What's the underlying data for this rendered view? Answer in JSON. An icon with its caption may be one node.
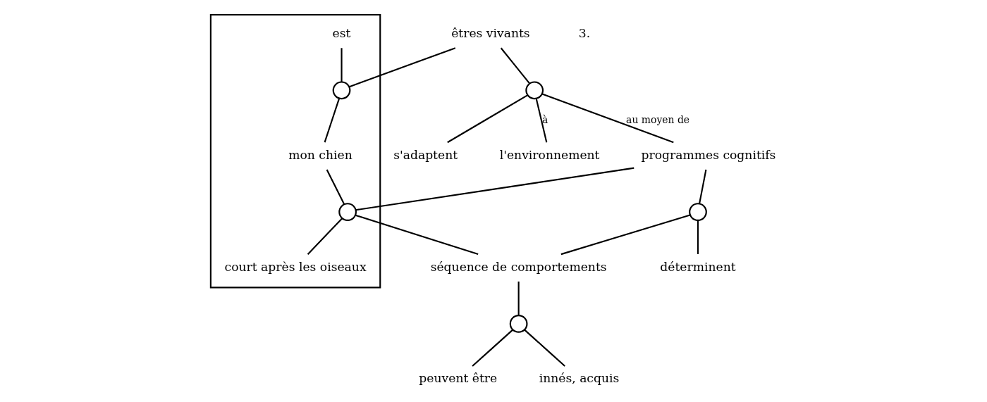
{
  "diagram": {
    "nodes": [
      {
        "text": [
          "s'adaptent"
        ]
      },
      {
        "text": [
          "êtres vivants"
        ]
      },
      {
        "text": [],
        "shape": "circle"
      },
      {
        "text": [
          "l'environnement"
        ]
      },
      {
        "text": [
          "déterminent"
        ]
      },
      {
        "text": [
          "programmes cognitifs"
        ]
      },
      {
        "text": [],
        "shape": "circle"
      },
      {
        "text": [],
        "shape": "box"
      },
      {
        "text": [
          "peuvent être"
        ]
      },
      {
        "text": [
          "est"
        ],
        "in": 7
      },
      {
        "text": [],
        "shape": "circle",
        "in": 7
      },
      {
        "text": [],
        "shape": "circle",
        "in": 7
      },
      {
        "text": [
          "séquence de comportements"
        ]
      },
      {
        "text": [],
        "shape": "circle"
      },
      {
        "text": [
          "mon chien"
        ],
        "in": 7
      },
      {
        "text": [
          "innés, acquis"
        ]
      },
      {
        "text": [
          "court après les oiseaux"
        ],
        "in": 7
      }
    ],
    "edges": [
      {
        "from": 2,
        "to": 0,
        "arrow": "none"
      },
      {
        "from": 1,
        "to": 2,
        "arrow": "none"
      },
      {
        "from": 2,
        "to": 3,
        "arrow": "none",
        "label": "à"
      },
      {
        "from": 2,
        "to": 5,
        "arrow": "none",
        "label": "au moyen de"
      },
      {
        "from": 5,
        "to": 6,
        "arrow": "none"
      },
      {
        "from": 6,
        "to": 4,
        "arrow": "none"
      },
      {
        "from": 6,
        "to": 12,
        "arrow": "none"
      },
      {
        "from": 12,
        "to": 13,
        "arrow": "none"
      },
      {
        "from": 13,
        "to": 8,
        "arrow": "none"
      },
      {
        "from": 13,
        "to": 15,
        "arrow": "none"
      },
      {
        "from": 9,
        "to": 10,
        "arrow": "none"
      },
      {
        "from": 1,
        "to": 10,
        "arrow": "none"
      },
      {
        "from": 10,
        "to": 14,
        "arrow": "none"
      },
      {
        "from": 5,
        "to": 11,
        "arrow": "none"
      },
      {
        "from": 14,
        "to": 11,
        "arrow": "none"
      },
      {
        "from": 11,
        "to": 16,
        "arrow": "none"
      },
      {
        "from": 11,
        "to": 12,
        "arrow": "none"
      }
    ],
    "labels": [
      "3."
    ]
  }
}
